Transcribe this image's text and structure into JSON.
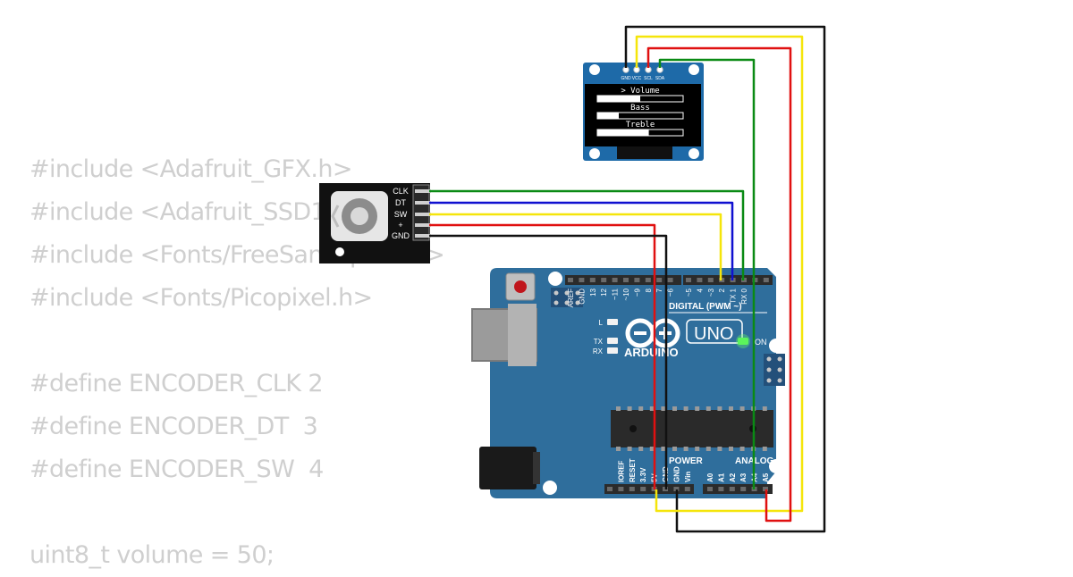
{
  "code_lines": [
    "#include <Adafruit_GFX.h>",
    "#include <Adafruit_SSD1306.h>",
    "#include <Fonts/FreeSans9pt7b.h>",
    "#include <Fonts/Picopixel.h>",
    "",
    "#define ENCODER_CLK 2",
    "#define ENCODER_DT  3",
    "#define ENCODER_SW  4",
    "",
    "uint8_t volume = 50;"
  ],
  "oled": {
    "pins": [
      "GND",
      "VCC",
      "SCL",
      "SDA"
    ],
    "items": [
      {
        "label": "> Volume",
        "level": 0.5
      },
      {
        "label": "Bass",
        "level": 0.25
      },
      {
        "label": "Treble",
        "level": 0.6
      }
    ]
  },
  "encoder": {
    "pins": [
      "CLK",
      "DT",
      "SW",
      "+",
      "GND"
    ]
  },
  "arduino": {
    "brand": "ARDUINO",
    "model": "UNO",
    "digital_label": "DIGITAL (PWM ~)",
    "power_label": "POWER",
    "analog_label": "ANALOG IN",
    "on_label": "ON",
    "led_l": "L",
    "led_tx": "TX",
    "led_rx": "RX",
    "digital_pins": [
      "AREF",
      "GND",
      "13",
      "12",
      "~11",
      "~10",
      "~9",
      "8",
      "7",
      "~6",
      "~5",
      "4",
      "~3",
      "2",
      "TX 1",
      "RX 0"
    ],
    "power_pins": [
      "IOREF",
      "RESET",
      "3.3V",
      "5V",
      "GND",
      "GND",
      "Vin"
    ],
    "analog_pins": [
      "A0",
      "A1",
      "A2",
      "A3",
      "A4",
      "A5"
    ]
  },
  "wire_colors": {
    "black": "#111111",
    "yellow": "#f5e50a",
    "red": "#e01010",
    "green": "#0a8a14",
    "blue": "#1010d0"
  },
  "colors": {
    "board": "#2f6e9c",
    "oled_pcb": "#1e6aa8",
    "encoder_body": "#111111"
  }
}
